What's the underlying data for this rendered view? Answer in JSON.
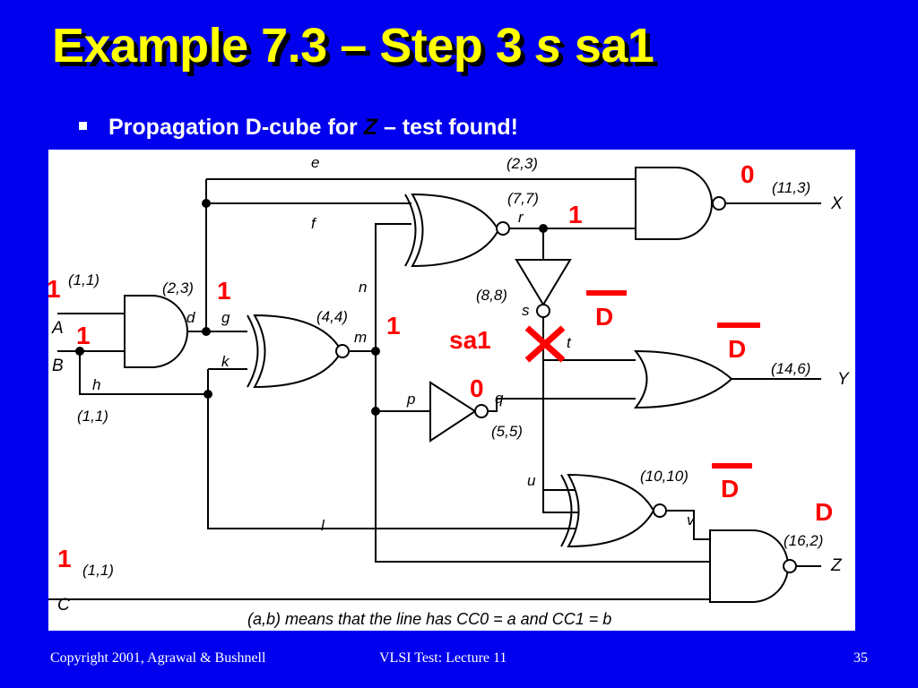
{
  "slide": {
    "title_main": "Example 7.3 – Step 3 ",
    "title_ital": "s",
    "title_tail": " sa1",
    "bullet_pre": "Propagation D-cube for ",
    "bullet_ital": "Z",
    "bullet_post": " – test found!"
  },
  "circuit": {
    "line_labels": {
      "e": "e",
      "f": "f",
      "d": "d",
      "g": "g",
      "n": "n",
      "k": "k",
      "m": "m",
      "h": "h",
      "r": "r",
      "s": "s",
      "t": "t",
      "p": "p",
      "q": "q",
      "u": "u",
      "v": "v",
      "l": "l"
    },
    "inputs": {
      "A": "A",
      "B": "B",
      "C": "C"
    },
    "outputs": {
      "X": "X",
      "Y": "Y",
      "Z": "Z"
    },
    "cc_labels": {
      "a": "(1,1)",
      "d": "(2,3)",
      "b": "(1,1)",
      "e": "(2,3)",
      "r": "(7,7)",
      "m": "(4,4)",
      "s": "(8,8)",
      "q": "(5,5)",
      "x": "(11,3)",
      "y": "(14,6)",
      "v": "(10,10)",
      "z": "(16,2)",
      "c": "(1,1)"
    },
    "values": {
      "x_out": "0",
      "r": "1",
      "a": "1",
      "d": "1",
      "b": "1",
      "n": "1",
      "q": "0",
      "c": "1",
      "s": "D",
      "t": "D",
      "v": "D",
      "z": "D"
    },
    "fault_label": "sa1",
    "note": "(a,b) means that the line has CC0 = a and CC1 = b"
  },
  "footer": {
    "copyright": "Copyright 2001, Agrawal & Bushnell",
    "lecture": "VLSI Test: Lecture 11",
    "page": "35"
  }
}
